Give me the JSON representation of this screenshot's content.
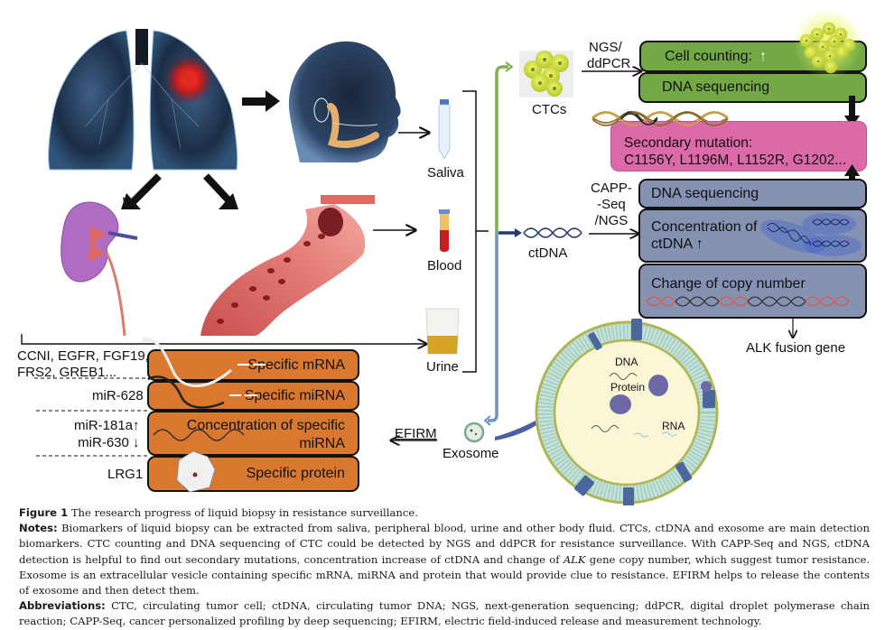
{
  "figure": {
    "organs": [
      "lung-with-tumor",
      "head-salivary-glands",
      "kidney",
      "blood-vessel"
    ],
    "fluids": [
      {
        "label": "Saliva"
      },
      {
        "label": "Blood"
      },
      {
        "label": "Urine"
      }
    ],
    "biomarkers": {
      "ctcs": "CTCs",
      "ctdna": "ctDNA",
      "exosome": "Exosome"
    },
    "methods": {
      "ctc_method_line1": "NGS/",
      "ctc_method_line2": "ddPCR",
      "ctdna_method_line1": "CAPP-",
      "ctdna_method_line2": "-Seq",
      "ctdna_method_line3": "/NGS",
      "exosome_method": "EFIRM"
    },
    "ctc_boxes": {
      "cell_counting": "Cell counting:",
      "cell_counting_arrow": "↑",
      "dna_sequencing": "DNA sequencing"
    },
    "secondary_mutation": {
      "line1": "Secondary mutation:",
      "line2": "C1156Y, L1196M, L1152R, G1202..."
    },
    "ctdna_boxes": {
      "dna_sequencing": "DNA sequencing",
      "concentration_line1": "Concentration of",
      "concentration_line2": "ctDNA ↑",
      "copy_number": "Change of copy number",
      "alk": "ALK fusion gene"
    },
    "exosome_diagram": {
      "dna": "DNA",
      "protein": "Protein",
      "rna": "RNA"
    },
    "exosome_boxes": [
      {
        "label": "Specific mRNA",
        "markers": [
          "CCNI, EGFR, FGF19,",
          "FRS2, GREB1..."
        ]
      },
      {
        "label": "Specific miRNA",
        "markers": [
          "miR-628"
        ]
      },
      {
        "label_line1": "Concentration of specific",
        "label_line2": "miRNA",
        "markers": [
          "miR-181a↑",
          "miR-630 ↓"
        ]
      },
      {
        "label": "Specific protein",
        "markers": [
          "LRG1"
        ]
      }
    ],
    "colors": {
      "ctc_green": "#72a945",
      "mutation_pink": "#dc6aa8",
      "ctdna_slate": "#8592b3",
      "exosome_orange": "#d9782e",
      "green_line": "#7fae4f",
      "blue_line": "#6f93c6"
    }
  },
  "caption": {
    "figure_label": "Figure 1",
    "figure_title": " The research progress of liquid biopsy in resistance surveillance.",
    "notes_label": "Notes:",
    "notes_part1": " Biomarkers of liquid biopsy can be extracted from saliva, peripheral blood, urine and other body fluid. CTCs, ctDNA and exosome are main detection biomarkers. CTC counting and DNA sequencing of CTC could be detected by NGS and ddPCR for resistance surveillance. With CAPP-Seq and NGS, ctDNA detection is helpful to find out secondary mutations, concentration increase of ctDNA and change of ",
    "notes_italic": "ALK",
    "notes_part2": " gene copy number, which suggest tumor resistance. Exosome is an extracellular vesicle containing specific mRNA, miRNA and protein that would provide clue to resistance. EFIRM helps to release the contents of exosome and then detect them.",
    "abbrev_label": "Abbreviations:",
    "abbrev_text": " CTC, circulating tumor cell; ctDNA, circulating tumor DNA; NGS, next-generation sequencing; ddPCR, digital droplet polymerase chain reaction; CAPP-Seq, cancer personalized profiling by deep sequencing; EFIRM, electric field-induced release and measurement technology."
  }
}
